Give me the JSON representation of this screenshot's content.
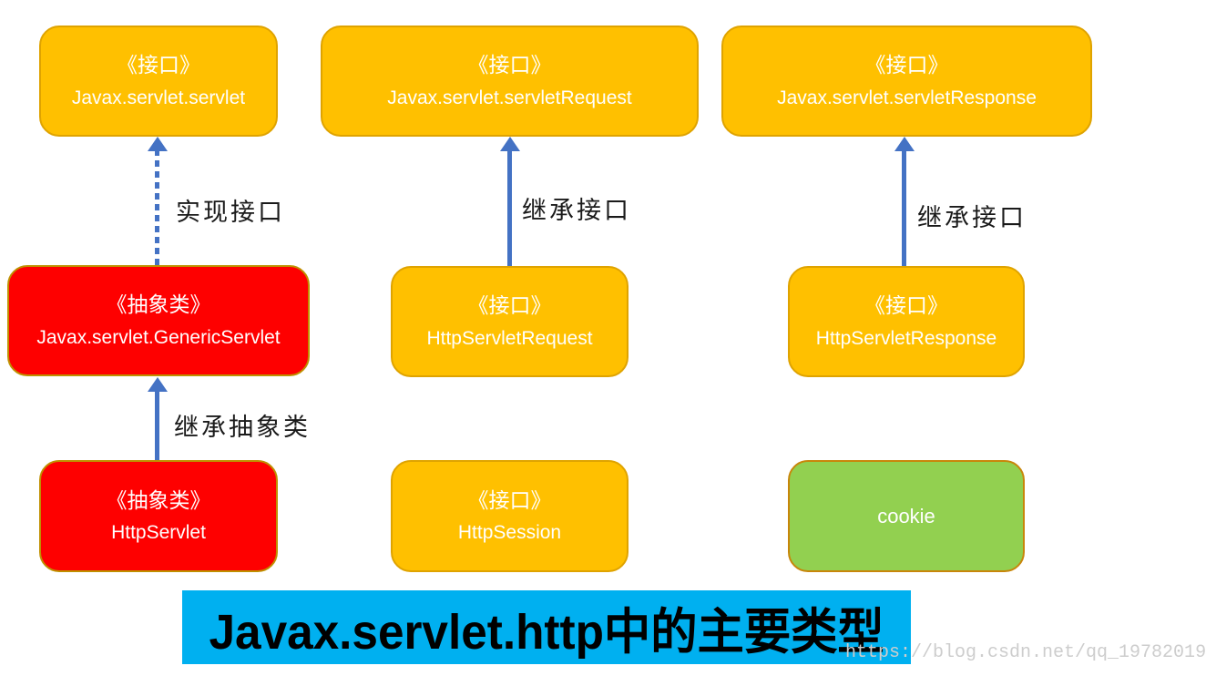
{
  "boxes": {
    "servlet_interface": {
      "stereotype": "《接口》",
      "name": "Javax.servlet.servlet"
    },
    "servlet_request_interface": {
      "stereotype": "《接口》",
      "name": "Javax.servlet.servletRequest"
    },
    "servlet_response_interface": {
      "stereotype": "《接口》",
      "name": "Javax.servlet.servletResponse"
    },
    "generic_servlet_abstract": {
      "stereotype": "《抽象类》",
      "name": "Javax.servlet.GenericServlet"
    },
    "http_servlet_request_interface": {
      "stereotype": "《接口》",
      "name": "HttpServletRequest"
    },
    "http_servlet_response_interface": {
      "stereotype": "《接口》",
      "name": "HttpServletResponse"
    },
    "http_servlet_abstract": {
      "stereotype": "《抽象类》",
      "name": "HttpServlet"
    },
    "http_session_interface": {
      "stereotype": "《接口》",
      "name": "HttpSession"
    },
    "cookie": {
      "name": "cookie"
    }
  },
  "arrow_labels": {
    "implement_interface": "实现接口",
    "extend_interface_request": "继承接口",
    "extend_interface_response": "继承接口",
    "extend_abstract_class": "继承抽象类"
  },
  "banner": {
    "title": "Javax.servlet.http中的主要类型"
  },
  "watermark": {
    "url_text": "https://blog.csdn.net/qq_19782019"
  },
  "colors": {
    "interface_fill": "#FFC000",
    "abstract_fill": "#FE0000",
    "cookie_fill": "#92D050",
    "arrow_blue": "#4472C4",
    "banner_bg": "#00B0F0",
    "red_box_border": "#BF9000",
    "green_box_border": "#C8860A"
  }
}
